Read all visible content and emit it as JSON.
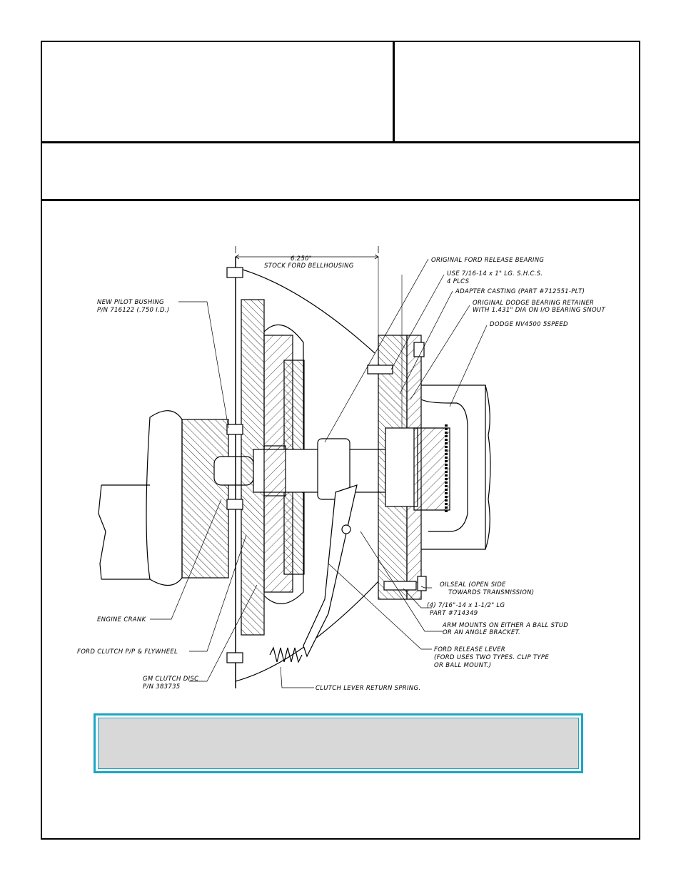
{
  "header": {
    "left_text": "",
    "right_text": "",
    "subtitle_text": ""
  },
  "drawing": {
    "dimension_label": "6.250\"",
    "labels": {
      "stock_bellhousing": "STOCK FORD BELLHOUSING",
      "release_bearing": "ORIGINAL FORD RELEASE BEARING",
      "shcs_1": "USE 7/16-14 x 1\" LG. S.H.C.S.",
      "shcs_2": "4 PLCS",
      "adapter": "ADAPTER CASTING (PART #712551-PLT)",
      "retainer_1": "ORIGINAL DODGE BEARING RETAINER",
      "retainer_2": "WITH 1.431\" DIA ON I/O BEARING SNOUT",
      "transmission": "DODGE NV4500 5SPEED",
      "pilot_1": "NEW PILOT BUSHING",
      "pilot_2": "P/N 716122 (.750 I.D.)",
      "oilseal_1": "OILSEAL (OPEN SIDE",
      "oilseal_2": "TOWARDS TRANSMISSION)",
      "bolts_1": "(4) 7/16\"-14 x 1-1/2\" LG",
      "bolts_2": "PART #714349",
      "arm_1": "ARM MOUNTS ON EITHER A BALL STUD",
      "arm_2": "OR AN ANGLE BRACKET.",
      "crank": "ENGINE CRANK",
      "flywheel": "FORD CLUTCH P/P & FLYWHEEL",
      "lever_1": "FORD RELEASE LEVER",
      "lever_2": "(FORD USES TWO TYPES. CLIP TYPE",
      "lever_3": "OR BALL MOUNT.)",
      "disc_1": "GM CLUTCH DISC",
      "disc_2": "P/N 383735",
      "spring": "CLUTCH LEVER RETURN SPRING."
    }
  },
  "note": {
    "text": ""
  },
  "colors": {
    "note_border": "#1aa6c4",
    "note_fill": "#d8d8d8"
  }
}
